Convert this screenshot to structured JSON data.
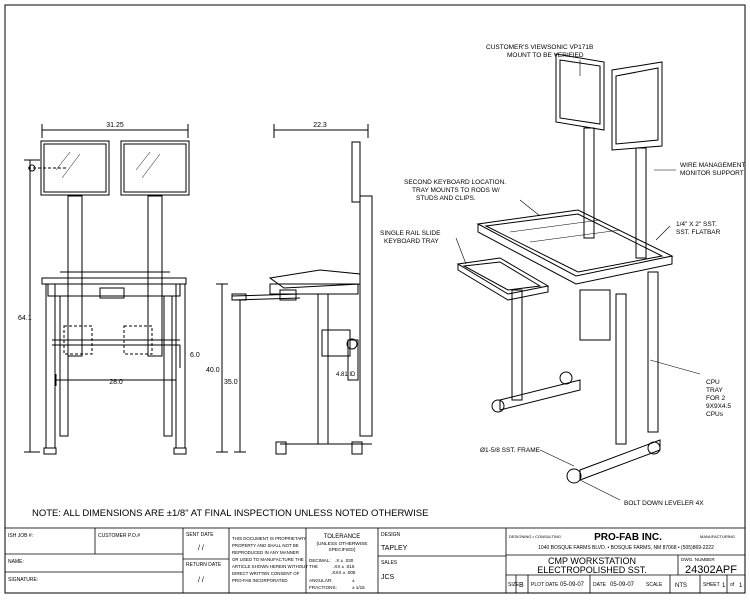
{
  "front_view": {
    "width_dim": "31.25",
    "height_dim": "64.1",
    "bottom_dim": "28.0",
    "gap_dim": "6.0"
  },
  "side_view": {
    "width_dim": "22.3",
    "upper_height_dim": "40.0",
    "lower_height_dim": "35.0",
    "tube_dim": "4.81 ID"
  },
  "iso_view": {
    "callouts": {
      "monitor": [
        "CUSTOMER'S VIEWSONIC VP171B",
        "MOUNT TO BE VERIFIED"
      ],
      "wire": [
        "WIRE MANAGEMENT",
        "MONITOR SUPPORT"
      ],
      "second_kb": [
        "SECOND KEYBOARD LOCATION.",
        "TRAY MOUNTS TO RODS W/",
        "STUDS AND CLIPS."
      ],
      "single_rail": [
        "SINGLE RAIL SLIDE",
        "KEYBOARD TRAY"
      ],
      "flatbar": [
        "1/4\" X 2\" SST.",
        "SST. FLATBAR"
      ],
      "cpu": [
        "CPU",
        "TRAY",
        "FOR 2",
        "9X9X4.5",
        "CPUs"
      ],
      "frame": "Ø1-5/8 SST. FRAME",
      "leveler": "BOLT DOWN LEVELER 4X"
    }
  },
  "note": "NOTE: ALL DIMENSIONS ARE ±1/8\" AT FINAL INSPECTION UNLESS NOTED OTHERWISE",
  "title_block": {
    "job_label": "ISH JOB #:",
    "customer_po_label": "CUSTOMER P.O.#",
    "name_label": "NAME:",
    "signature_label": "SIGNATURE:",
    "sent_date_label": "SENT DATE",
    "return_date_label": "RETURN DATE",
    "date_blank": "/ /",
    "proprietary": [
      "THIS DOCUMENT IS PROPRIETARY",
      "PROPERTY AND SHALL NOT BE",
      "REPRODUCED IN ANY MANNER",
      "OR USED TO MANUFACTURE THE",
      "ARTICLE SHOWN HEREIN WITHOUT THE",
      "DIRECT WRITTEN CONSENT OF",
      "PRO-FAB INCORPORATED"
    ],
    "tolerance_title": "TOLERANCE",
    "tolerance_sub": [
      "(UNLESS OTHERWISE",
      "SPECIFIED)"
    ],
    "decimal_label": "DECIMAL:",
    "decimals": [
      ".X  ±  .030",
      ".XX  ±  .015",
      ".XXX  ±  .005"
    ],
    "angular_label": "ANGULAR:",
    "angular_val": "±",
    "fractions_label": "FRACTIONS:",
    "fractions_val": "±  1/16",
    "design_label": "DESIGN",
    "design_val": "TAPLEY",
    "sales_label": "SALES",
    "sales_val": "JCS",
    "designing_label": "DESIGNING • CONSULTING",
    "manufacturing_label": "MANUFACTURING",
    "company": "PRO-FAB INC.",
    "address": "1040 BOSQUE FARMS BLVD. • BOSQUE FARMS, NM 87068 • (505)869-2222",
    "title_line1": "CMP WORKSTATION",
    "title_line2": "ELECTROPOLISHED SST.",
    "dwg_label": "DWG. NUMBER",
    "dwg_number": "24302APF",
    "size_label": "SIZE",
    "size_val": "B",
    "plot_label": "PLOT DATE",
    "plot_val": "05-09-07",
    "date_label": "DATE",
    "date_val": "05-09-07",
    "scale_label": "SCALE",
    "scale_val": "NTS",
    "sheet_label": "SHEET",
    "sheet_val": "1",
    "of_label": "of",
    "of_val": "1"
  }
}
